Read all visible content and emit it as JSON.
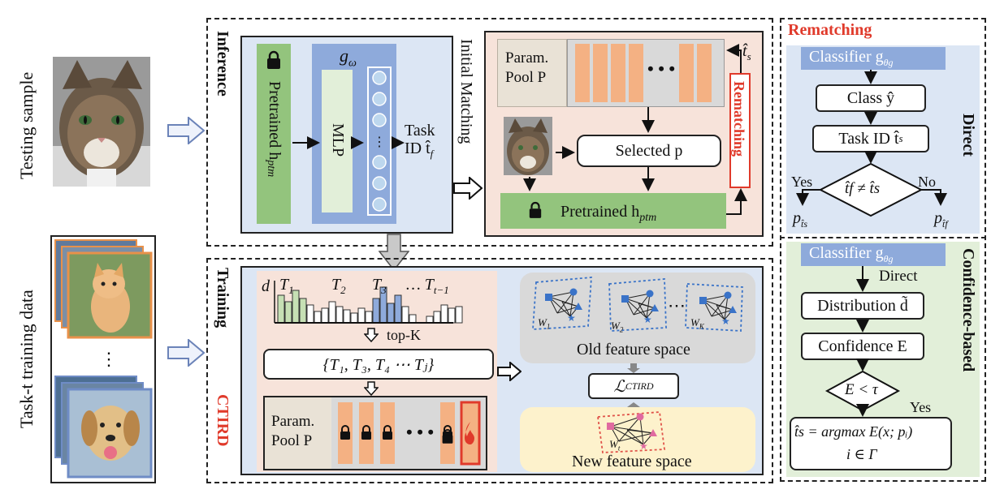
{
  "left": {
    "testing_label": "Testing sample",
    "training_label": "Task-t training data",
    "ellipsis": "⋮"
  },
  "inference": {
    "title": "Inference",
    "pretrained": "Pretrained h",
    "pretrained_sub": "ptm",
    "g_omega": "g",
    "g_omega_sub": "ω",
    "mlp": "MLP",
    "dots": "⋮",
    "task_id_line1": "Task",
    "task_id_line2": "ID t̂",
    "task_id_sub": "f"
  },
  "initial_matching": "Initial Matching",
  "matching_panel": {
    "pool_line1": "Param.",
    "pool_line2": "Pool P",
    "dots": "• • •",
    "t_s": "t̂",
    "t_s_sub": "s",
    "selected": "Selected p",
    "pretrained": "Pretrained h",
    "pretrained_sub": "ptm",
    "rematching": "Rematching"
  },
  "training": {
    "title": "Training",
    "ctird": "CTIRD",
    "d_label": "d",
    "tasks": [
      "T",
      "T",
      "T",
      "… T"
    ],
    "task_subs": [
      "1",
      "2",
      "3",
      "t−1"
    ],
    "topk": "top-K",
    "set": "{T",
    "set_full": "{T₁,  T₃,  T₄ ⋯ Tⱼ}",
    "pool_line1": "Param.",
    "pool_line2": "Pool P",
    "dots": "• • •",
    "old_space": "Old feature space",
    "new_space": "New feature space",
    "loss": "ℒ",
    "loss_sub": "CTIRD",
    "w_labels": [
      "W",
      "W",
      "W"
    ],
    "w_subs": [
      "1",
      "2",
      "K"
    ],
    "w_t": "W",
    "w_t_sub": "t",
    "graph_dots": "⋯"
  },
  "rematching": {
    "title": "Rematching",
    "direct_title": "Direct",
    "confidence_title": "Confidence-based",
    "classifier1": "Classifier g",
    "classifier_sub": "θg",
    "class": "Class ŷ",
    "task_id": "Task ID t̂",
    "task_id_sub": "s",
    "condition": "t̂f ≠ t̂s",
    "yes": "Yes",
    "no": "No",
    "p_ts": "p",
    "p_ts_sub": "t̂s",
    "p_tf": "p",
    "p_tf_sub": "t̂f",
    "classifier2": "Classifier g",
    "direct_arrow": "Direct",
    "distribution": "Distribution d̃",
    "confidence": "Confidence E",
    "condition2": "E < τ",
    "yes2": "Yes",
    "final_line1": "t̂s = argmax E(x; pᵢ)",
    "final_line2": "i ∈ Γ"
  },
  "colors": {
    "light_blue": "#dce6f4",
    "light_pink": "#f7e3da",
    "green": "#93c47d",
    "orange": "#f4b183",
    "red": "#e03a2b",
    "gray_panel": "#d9d9d9",
    "cream": "#fdf2cc",
    "light_green": "#e2efd9",
    "classifier_blue": "#8eaadb",
    "bar_green": "#c6e0b4",
    "bar_blue": "#8eaadb",
    "node_blue": "#3a73c8",
    "node_pink": "#e06aa0"
  }
}
